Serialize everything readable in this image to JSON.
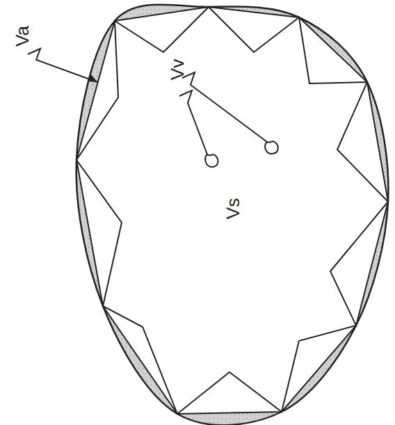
{
  "diagram": {
    "labels": [
      "Va",
      "Vv",
      "Vs"
    ]
  }
}
